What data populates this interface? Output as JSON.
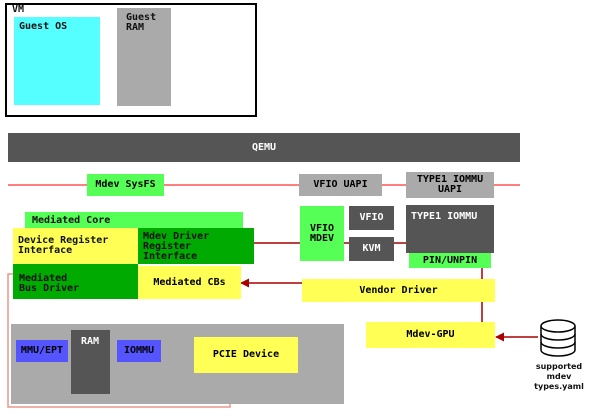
{
  "vm": {
    "title": "VM",
    "guest_os": "Guest OS",
    "guest_ram": "Guest\nRAM"
  },
  "qemu": "QEMU",
  "mdev_sysfs": "Mdev SysFS",
  "vfio_uapi": "VFIO UAPI",
  "type1_iommu_uapi": "TYPE1 IOMMU\nUAPI",
  "mediated_core": {
    "title": "Mediated Core",
    "device_register_interface": "Device Register\nInterface",
    "mdev_driver_register_interface": "Mdev Driver\nRegister\nInterface",
    "mediated_bus_driver": "Mediated\nBus Driver",
    "mediated_cbs": "Mediated CBs"
  },
  "vfio_mdev": "VFIO\nMDEV",
  "vfio": "VFIO",
  "kvm": "KVM",
  "type1_iommu": "TYPE1 IOMMU",
  "pin_unpin": "PIN/UNPIN",
  "vendor_driver": "Vendor Driver",
  "mdev_gpu": "Mdev-GPU",
  "hardware": {
    "mmu_ept": "MMU/EPT",
    "ram": "RAM",
    "iommu": "IOMMU",
    "pcie_device": "PCIE Device"
  },
  "yaml_label": "supported\nmdev\ntypes.yaml",
  "colors": {
    "cyan": "#55ffff",
    "light_gray": "#aaaaaa",
    "dark_gray": "#555555",
    "bright_green": "#55ff55",
    "dark_green": "#00aa00",
    "yellow": "#ffff55",
    "blue": "#5555ff",
    "wire_red": "#ff5555",
    "arrow_dark_red": "#aa0000",
    "arrow_salmon": "#e8968a"
  }
}
